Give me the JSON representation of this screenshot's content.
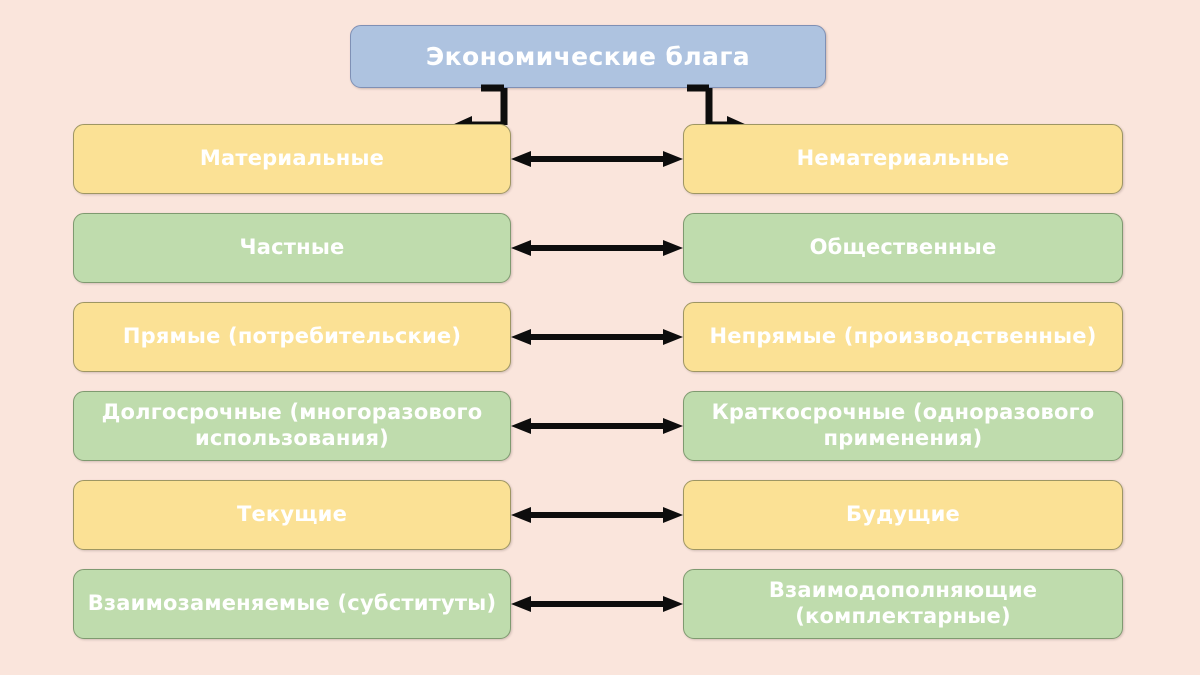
{
  "background_color": "#fae5dc",
  "title": {
    "label": "Экономические блага",
    "fill_color": "#aec3e0",
    "text_color": "#ffffff"
  },
  "palette": {
    "yellow": "#fbe195",
    "green": "#bfdcad",
    "arrow": "#000000",
    "box_text": "#ffffff"
  },
  "rows": [
    {
      "color": "yellow",
      "left": {
        "label": "Материальные"
      },
      "right": {
        "label": "Нематериальные"
      },
      "connector": "double-arrow"
    },
    {
      "color": "green",
      "left": {
        "label": "Частные"
      },
      "right": {
        "label": "Общественные"
      },
      "connector": "double-arrow"
    },
    {
      "color": "yellow",
      "left": {
        "label": "Прямые (потребительские)"
      },
      "right": {
        "label": "Непрямые (производственные)"
      },
      "connector": "double-arrow"
    },
    {
      "color": "green",
      "left": {
        "label": "Долгосрочные (многоразового использования)"
      },
      "right": {
        "label": "Краткосрочные (одноразового применения)"
      },
      "connector": "double-arrow"
    },
    {
      "color": "yellow",
      "left": {
        "label": "Текущие"
      },
      "right": {
        "label": "Будущие"
      },
      "connector": "double-arrow"
    },
    {
      "color": "green",
      "left": {
        "label": "Взаимозаменяемые (субституты)"
      },
      "right": {
        "label": "Взаимодополняющие (комплектарные)"
      },
      "connector": "double-arrow"
    }
  ],
  "top_connectors": {
    "left_arrow_name": "elbow-arrow-to-material",
    "right_arrow_name": "elbow-arrow-to-nonmaterial"
  }
}
